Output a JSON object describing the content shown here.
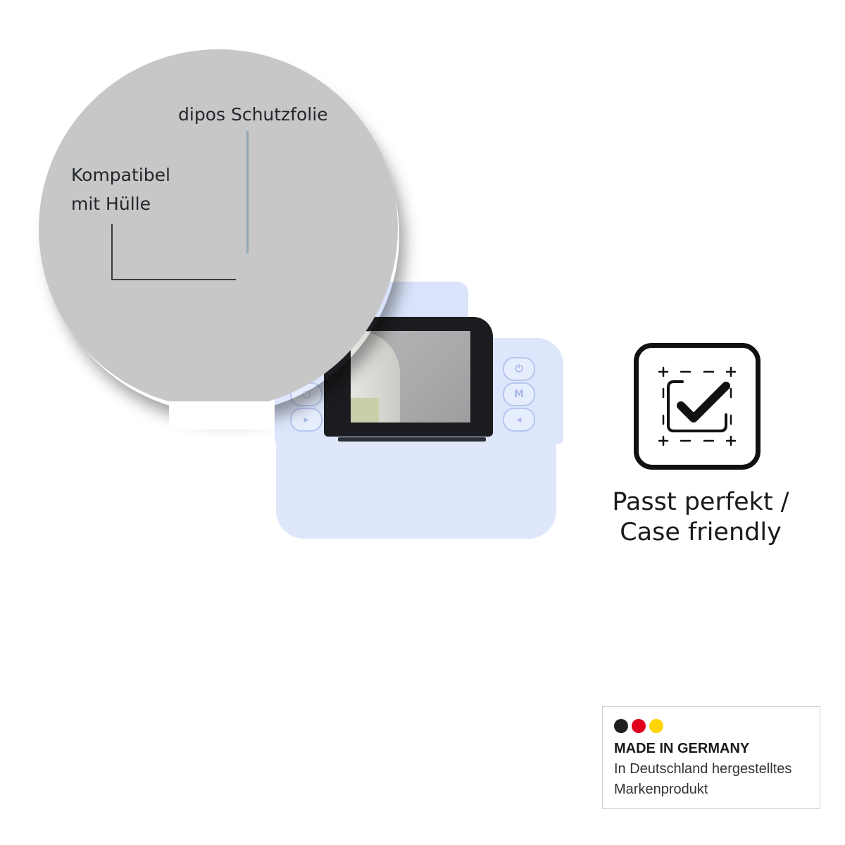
{
  "zoom": {
    "label_protector": "dipos Schutzfolie",
    "label_case_line1": "Kompatibel",
    "label_case_line2": "mit Hülle"
  },
  "device": {
    "buttons_right": [
      "⏻",
      "M",
      "◂"
    ],
    "buttons_left": [
      "○",
      "▸"
    ]
  },
  "feature": {
    "icon": "check-in-frame-icon",
    "caption_line1": "Passt perfekt /",
    "caption_line2": "Case friendly"
  },
  "badge": {
    "title": "MADE IN GERMANY",
    "subtitle": "In Deutschland hergestelltes Markenprodukt",
    "flag_colors": [
      "#1f1f1f",
      "#e0001b",
      "#ffd400"
    ]
  }
}
